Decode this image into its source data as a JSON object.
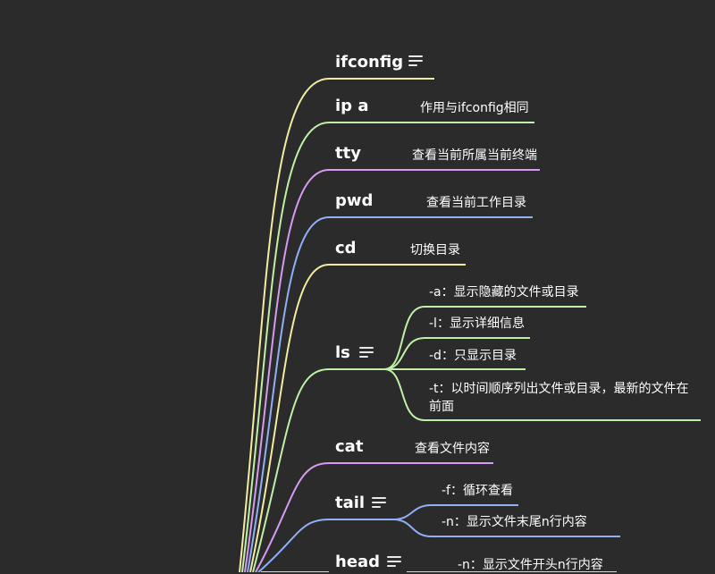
{
  "colors": {
    "background": "#2b2b2b",
    "yellow": "#f3eba0",
    "green": "#bff0a6",
    "purple": "#d69bf0",
    "blue": "#8fb0f5"
  },
  "nodes": [
    {
      "id": "ifconfig",
      "label": "ifconfig",
      "has_menu": true
    },
    {
      "id": "ip-a",
      "label": "ip a",
      "desc": "作用与ifconfig相同"
    },
    {
      "id": "tty",
      "label": "tty",
      "desc": "查看当前所属当前终端"
    },
    {
      "id": "pwd",
      "label": "pwd",
      "desc": "查看当前工作目录"
    },
    {
      "id": "cd",
      "label": "cd",
      "desc": "切换目录"
    },
    {
      "id": "ls",
      "label": "ls",
      "has_menu": true,
      "children": [
        "-a：显示隐藏的文件或目录",
        "-l：显示详细信息",
        "-d：只显示目录",
        "-t：以时间顺序列出文件或目录，最新的文件在前面"
      ]
    },
    {
      "id": "cat",
      "label": "cat",
      "desc": "查看文件内容"
    },
    {
      "id": "tail",
      "label": "tail",
      "has_menu": true,
      "children": [
        "-f：循环查看",
        "-n：显示文件末尾n行内容"
      ]
    },
    {
      "id": "head",
      "label": "head",
      "has_menu": true,
      "children": [
        "-n：显示文件开头n行内容"
      ]
    }
  ]
}
